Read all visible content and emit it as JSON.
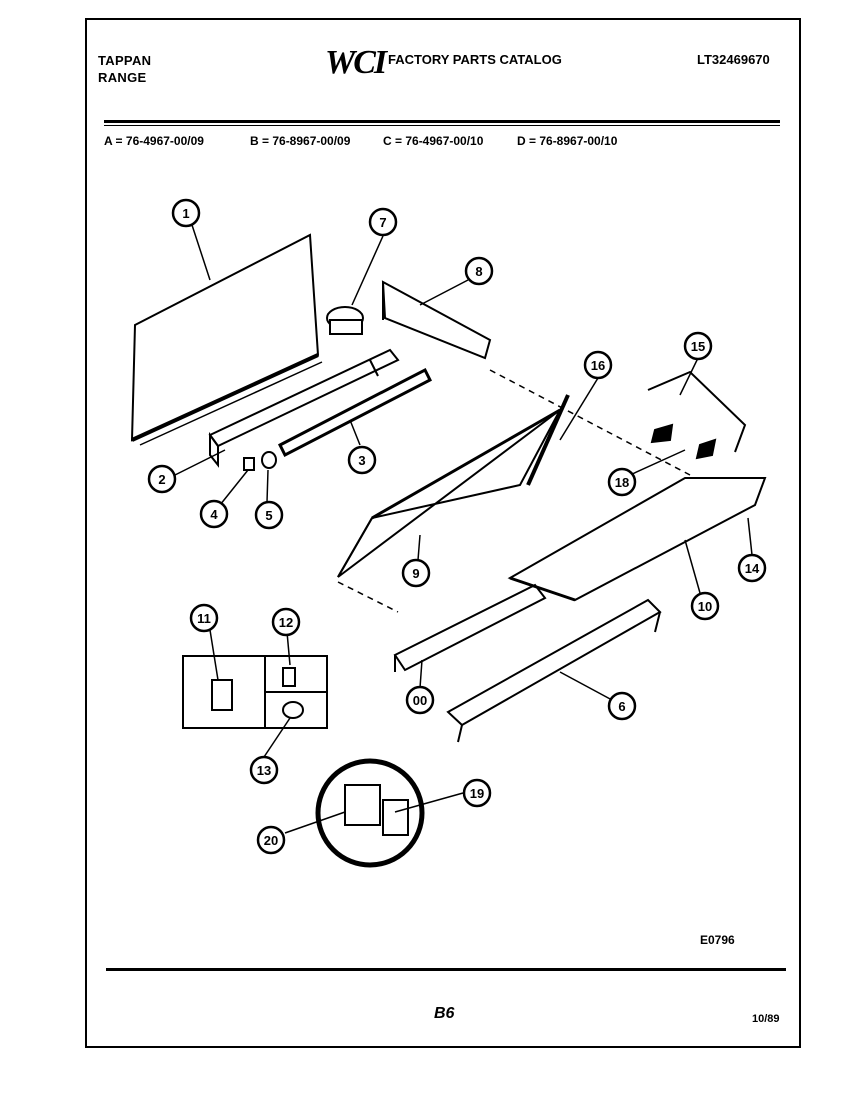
{
  "header": {
    "brand": "TAPPAN",
    "product": "RANGE",
    "logo": "WCI",
    "catalog_title": "FACTORY PARTS CATALOG",
    "document_number": "LT32469670"
  },
  "models": [
    {
      "code": "A = 76-4967-00/09"
    },
    {
      "code": "B = 76-8967-00/09"
    },
    {
      "code": "C = 76-4967-00/10"
    },
    {
      "code": "D = 76-8967-00/10"
    }
  ],
  "callouts": [
    "1",
    "2",
    "3",
    "4",
    "5",
    "6",
    "7",
    "8",
    "9",
    "10",
    "11",
    "12",
    "13",
    "14",
    "15",
    "16",
    "18",
    "19",
    "20",
    "00"
  ],
  "footer": {
    "figure_code": "E0796",
    "page": "B6",
    "date": "10/89"
  }
}
